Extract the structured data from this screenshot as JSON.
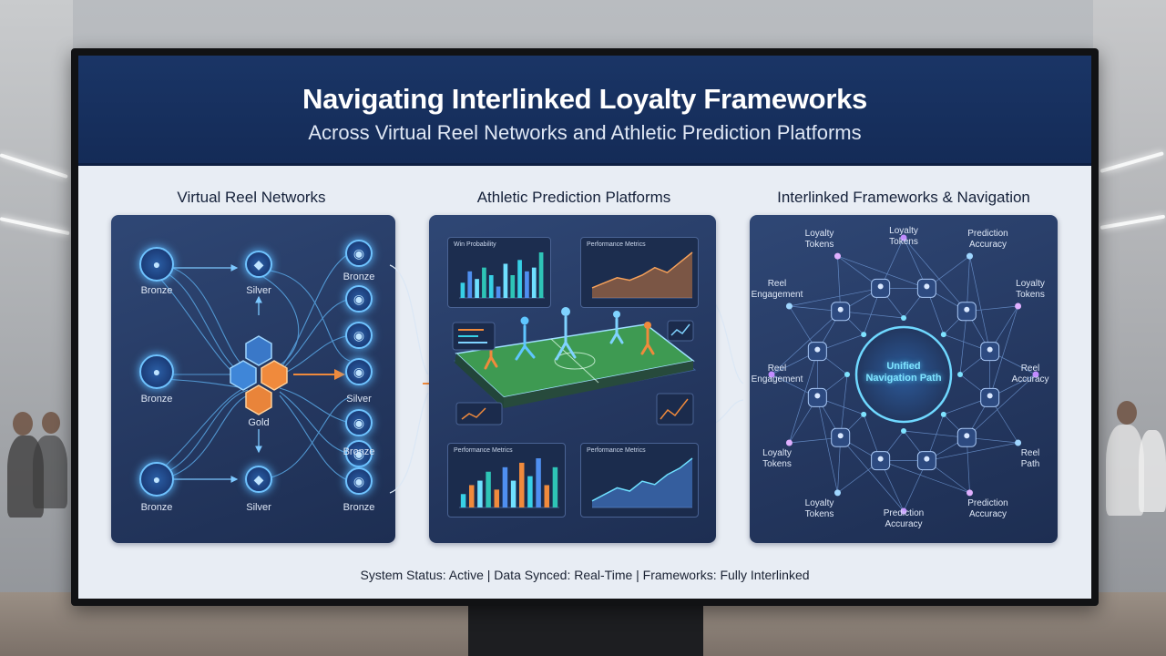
{
  "title": "Navigating Interlinked Loyalty Frameworks",
  "subtitle": "Across Virtual Reel Networks and Athletic Prediction Platforms",
  "columns": {
    "reel": {
      "title": "Virtual Reel Networks",
      "labels": {
        "bronze_top": "Bronze",
        "bronze_mid": "Bronze",
        "bronze_bottom": "Bronze",
        "silver_top": "Silver",
        "silver_bottom": "Silver",
        "gold": "Gold",
        "right_bronze_1": "Bronze",
        "right_silver": "Silver",
        "right_bronze_2": "Bronze",
        "right_bronze_3": "Bronze"
      }
    },
    "athletic": {
      "title": "Athletic Prediction Platforms",
      "cards": {
        "top_left": "Win Probability",
        "top_right": "Performance Metrics",
        "bottom_left": "Performance Metrics",
        "bottom_right": "Performance Metrics"
      },
      "chart_data": [
        {
          "type": "bar",
          "title": "Win Probability",
          "values": [
            4,
            7,
            5,
            8,
            6,
            3,
            9,
            6,
            10,
            7,
            8,
            12
          ]
        },
        {
          "type": "area",
          "title": "Performance Metrics",
          "values": [
            2,
            3,
            4,
            3.5,
            4.5,
            6,
            5,
            7,
            9
          ]
        },
        {
          "type": "bar",
          "title": "Performance Metrics",
          "values": [
            3,
            5,
            6,
            8,
            4,
            9,
            6,
            10,
            7,
            11,
            5,
            9
          ]
        },
        {
          "type": "area",
          "title": "Performance Metrics",
          "values": [
            1,
            2,
            3,
            2.5,
            4,
            3.5,
            5,
            6,
            7.5
          ]
        }
      ]
    },
    "framework": {
      "title": "Interlinked Frameworks & Navigation",
      "center": [
        "Unified",
        "Navigation Path"
      ],
      "outer_labels": {
        "top": [
          "Loyalty",
          "Tokens"
        ],
        "top_left": [
          "Loyalty",
          "Tokens"
        ],
        "top_right": [
          "Prediction",
          "Accuracy"
        ],
        "left_upper": [
          "Reel",
          "Engagement"
        ],
        "right_upper": [
          "Loyalty",
          "Tokens"
        ],
        "left_mid": [
          "Reel",
          "Engagement"
        ],
        "right_mid": [
          "Reel",
          "Accuracy"
        ],
        "left_lower": [
          "Loyalty",
          "Tokens"
        ],
        "right_lower": [
          "Reel",
          "Path"
        ],
        "bottom_left": [
          "Loyalty",
          "Tokens"
        ],
        "bottom": [
          "Prediction",
          "Accuracy"
        ],
        "bottom_right": [
          "Prediction",
          "Accuracy"
        ]
      }
    }
  },
  "status": "System Status: Active  |  Data Synced: Real-Time  |  Frameworks: Fully Interlinked",
  "colors": {
    "banner": "#1a3566",
    "panel": "#2a4170",
    "glow": "#6fc3ff",
    "orange": "#f08a3c",
    "teal": "#37d0e6",
    "field": "#3e9a52"
  }
}
